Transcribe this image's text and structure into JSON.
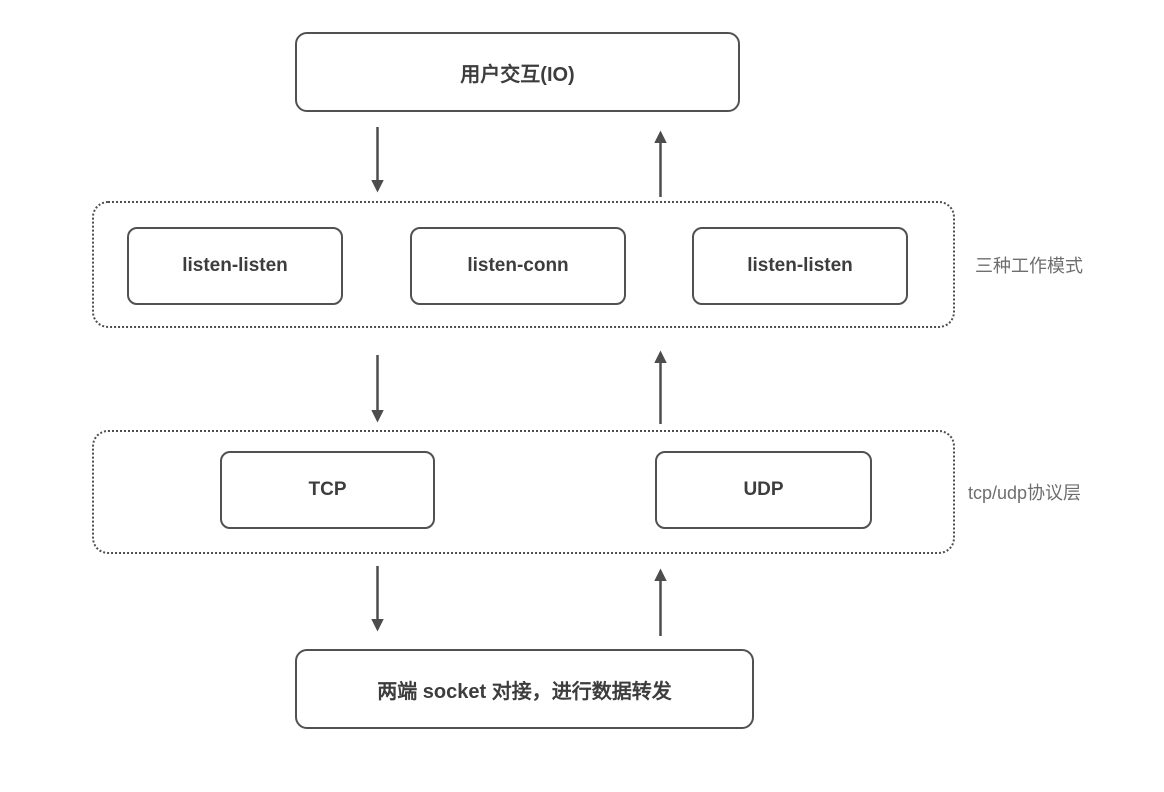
{
  "diagram": {
    "nodes": {
      "io": {
        "label": "用户交互(IO)"
      },
      "modes": {
        "side_label": "三种工作模式",
        "items": [
          {
            "label": "listen-listen"
          },
          {
            "label": "listen-conn"
          },
          {
            "label": "listen-listen"
          }
        ]
      },
      "protocols": {
        "side_label": "tcp/udp协议层",
        "items": [
          {
            "label": "TCP"
          },
          {
            "label": "UDP"
          }
        ]
      },
      "socket": {
        "label": "两端 socket 对接，进行数据转发"
      }
    },
    "arrows": [
      {
        "name": "io-to-modes",
        "direction": "down"
      },
      {
        "name": "modes-to-io",
        "direction": "up"
      },
      {
        "name": "modes-to-protocols",
        "direction": "down"
      },
      {
        "name": "protocols-to-modes",
        "direction": "up"
      },
      {
        "name": "protocols-to-socket",
        "direction": "down"
      },
      {
        "name": "socket-to-protocols",
        "direction": "up"
      }
    ],
    "colors": {
      "border": "#515151",
      "dotted_border": "#4f4f4f",
      "node_text": "#3d3d3d",
      "side_label_text": "#6e6e6e",
      "arrow": "#4d4d4d",
      "background": "#ffffff"
    }
  }
}
